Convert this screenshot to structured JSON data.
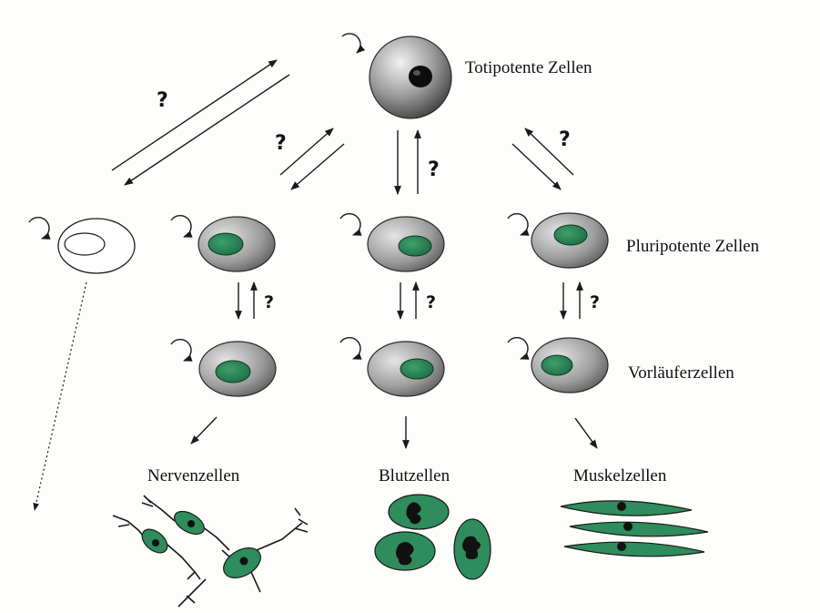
{
  "labels": {
    "totipotent": "Totipotente Zellen",
    "pluripotent": "Pluripotente Zellen",
    "progenitor": "Vorläuferzellen",
    "nerve": "Nervenzellen",
    "blood": "Blutzellen",
    "muscle": "Muskelzellen"
  },
  "question_mark": "?",
  "colors": {
    "nucleus_green": "#2e8a5b",
    "nucleus_dark": "#0c3a22",
    "cell_grey": "#8e8e8e",
    "tissue_green": "#2f8c5c",
    "chromatin": "#111111"
  }
}
